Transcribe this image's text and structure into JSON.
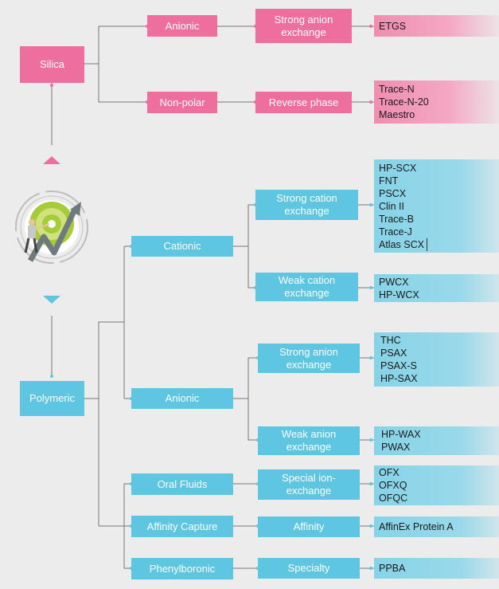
{
  "colors": {
    "pink": "#ee6f9d",
    "blue": "#5ec6e0",
    "line": "#777777",
    "background": "#ececed"
  },
  "silica": {
    "root": "Silica",
    "anionic": "Anionic",
    "strong_anion_exchange": "Strong anion exchange",
    "etgs": "ETGS",
    "non_polar": "Non-polar",
    "reverse_phase": "Reverse phase",
    "reverse_phase_products": [
      "Trace-N",
      "Trace-N-20",
      "Maestro"
    ]
  },
  "polymeric": {
    "root": "Polymeric",
    "cationic": "Cationic",
    "strong_cation_exchange": "Strong cation exchange",
    "strong_cation_products": [
      "HP-SCX",
      "FNT",
      "PSCX",
      "Clin II",
      "Trace-B",
      "Trace-J",
      "Atlas SCX"
    ],
    "weak_cation_exchange": "Weak cation exchange",
    "weak_cation_products": [
      "PWCX",
      "HP-WCX"
    ],
    "anionic": "Anionic",
    "strong_anion_exchange": "Strong anion exchange",
    "strong_anion_products": [
      "THC",
      "PSAX",
      "PSAX-S",
      "HP-SAX"
    ],
    "weak_anion_exchange": "Weak anion exchange",
    "weak_anion_products": [
      "HP-WAX",
      "PWAX"
    ],
    "oral_fluids": "Oral Fluids",
    "special_ion_exchange": "Special ion-exchange",
    "oral_fluid_products": [
      "OFX",
      "OFXQ",
      "OFQC"
    ],
    "affinity_capture": "Affinity Capture",
    "affinity": "Affinity",
    "affinity_products": [
      "AffinEx Protein A"
    ],
    "phenylboronic": "Phenylboronic",
    "specialty": "Specialty",
    "specialty_products": [
      "PPBA"
    ]
  }
}
